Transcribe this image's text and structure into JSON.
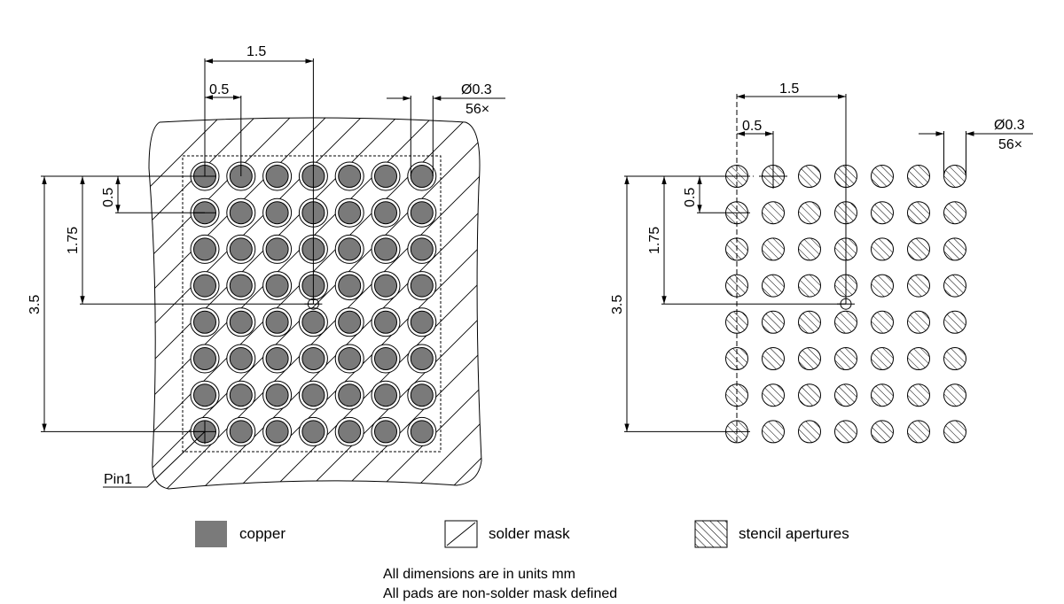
{
  "left_view": {
    "dims": {
      "pitch_h": "1.5",
      "pitch_small_h": "0.5",
      "diameter": "Ø0.3",
      "count": "56×",
      "v_total": "3.5",
      "v_mid": "1.75",
      "v_small": "0.5"
    },
    "pin_label": "Pin1"
  },
  "right_view": {
    "dims": {
      "pitch_h": "1.5",
      "pitch_small_h": "0.5",
      "diameter": "Ø0.3",
      "count": "56×",
      "v_total": "3.5",
      "v_mid": "1.75",
      "v_small": "0.5"
    }
  },
  "grid": {
    "columns": 7,
    "rows": 8
  },
  "legend": {
    "copper": "copper",
    "solder_mask": "solder mask",
    "stencil": "stencil apertures"
  },
  "colors": {
    "copper": "#7a7a7a",
    "line": "#000000"
  },
  "notes": [
    "All dimensions are in units mm",
    "All pads are non-solder mask defined"
  ]
}
